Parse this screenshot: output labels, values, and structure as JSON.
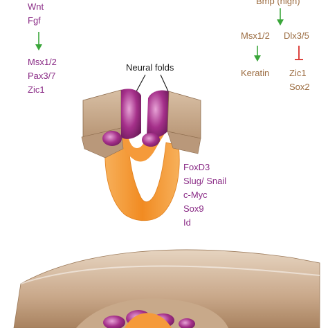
{
  "labels": {
    "left_top_1": "Wnt",
    "left_top_2": "Fgf",
    "left_mid_1": "Msx1/2",
    "left_mid_2": "Pax3/7",
    "left_mid_3": "Zic1",
    "top_right": "Bmp (high)",
    "right_1": "Msx1/2",
    "right_2": "Dlx3/5",
    "right_3": "Keratin",
    "right_4": "Zic1",
    "right_5": "Sox2",
    "neural_folds": "Neural folds",
    "nc_1": "FoxD3",
    "nc_2": "Slug/ Snail",
    "nc_3": "c-Myc",
    "nc_4": "Sox9",
    "nc_5": "Id"
  },
  "colors": {
    "purple_text": "#8a2b86",
    "brown_text": "#9a6a3e",
    "activation_arrow": "#3aa63a",
    "inhibition": "#d9302a",
    "ectoderm": "#c8a98a",
    "neural_plate": "#f59a3a",
    "neural_crest": "#9a2a7a"
  }
}
